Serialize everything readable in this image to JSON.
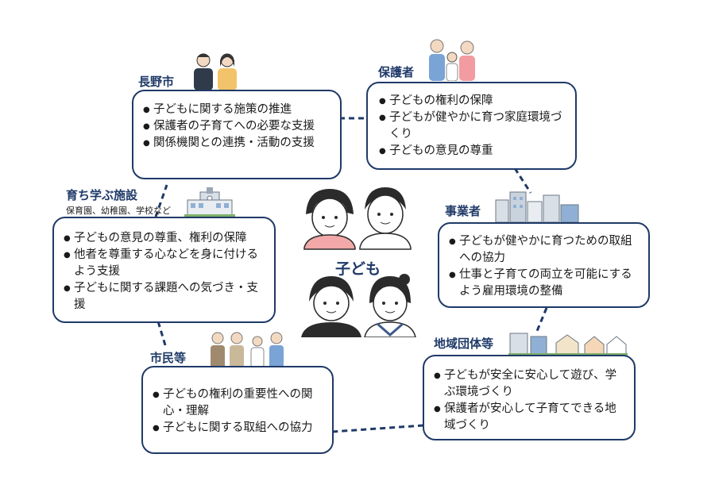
{
  "center": {
    "label": "子ども"
  },
  "nodes": {
    "nagano": {
      "title": "長野市",
      "items": [
        "子どもに関する施策の推進",
        "保護者の子育てへの必要な支援",
        "関係機関との連携・活動の支援"
      ]
    },
    "guardian": {
      "title": "保護者",
      "items": [
        "子どもの権利の保障",
        "子どもが健やかに育つ家庭環境づくり",
        "子どもの意見の尊重"
      ]
    },
    "facility": {
      "title": "育ち学ぶ施設",
      "subtitle": "保育園、幼稚園、学校など",
      "items": [
        "子どもの意見の尊重、権利の保障",
        "他者を尊重する心などを身に付けるよう支援",
        "子どもに関する課題への気づき・支援"
      ]
    },
    "business": {
      "title": "事業者",
      "items": [
        "子どもが健やかに育つための取組への協力",
        "仕事と子育ての両立を可能にするよう雇用環境の整備"
      ]
    },
    "community": {
      "title": "地域団体等",
      "items": [
        "子どもが安全に安心して遊び、学ぶ環境づくり",
        "保護者が安心して子育てできる地域づくり"
      ]
    },
    "citizens": {
      "title": "市民等",
      "items": [
        "子どもの権利の重要性への関心・理解",
        "子どもに関する取組への協力"
      ]
    }
  },
  "colors": {
    "accent": "#1f3a68",
    "line": "#1f3a68"
  },
  "icons": [
    "city-staff-icon",
    "family-icon",
    "school-building-icon",
    "office-buildings-icon",
    "houses-icon",
    "citizens-group-icon",
    "children-icon"
  ]
}
